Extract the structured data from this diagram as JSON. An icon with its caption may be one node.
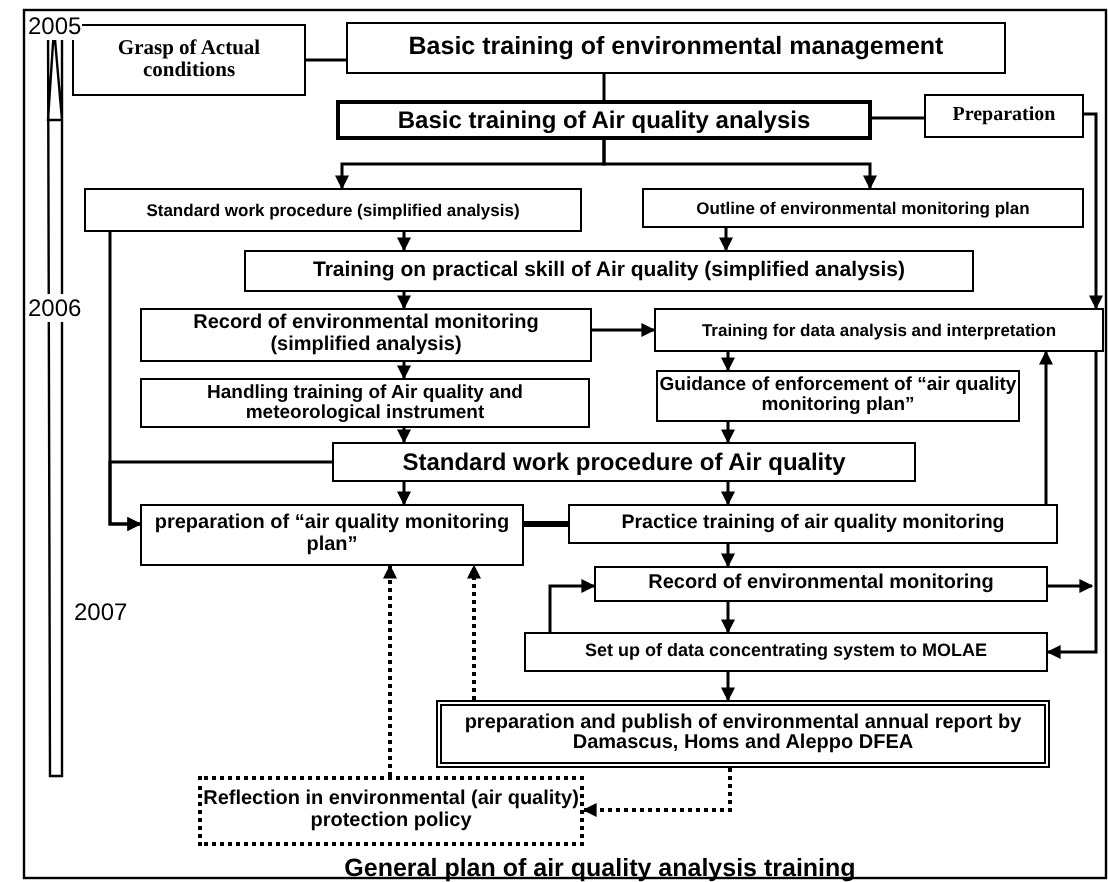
{
  "diagram": {
    "title": "General plan of air quality analysis training",
    "nodes": [
      {
        "text": [
          "Grasp of Actual conditions"
        ]
      },
      {
        "text": [
          "Basic training of environmental management"
        ]
      },
      {
        "text": [
          "Basic training of Air quality analysis"
        ]
      },
      {
        "text": [
          "Preparation"
        ]
      },
      {
        "text": [
          "Standard work procedure (simplified analysis)"
        ]
      },
      {
        "text": [
          "Outline of environmental monitoring plan"
        ]
      },
      {
        "text": [
          "Training on practical skill of Air quality (simplified analysis)"
        ]
      },
      {
        "text": [
          "Record of environmental monitoring (simplified analysis)"
        ]
      },
      {
        "text": [
          "Training for data analysis and interpretation"
        ]
      },
      {
        "text": [
          "Handling training of Air quality and meteorological instrument"
        ]
      },
      {
        "text": [
          "Guidance of enforcement of “air quality monitoring plan”"
        ]
      },
      {
        "text": [
          "Standard work procedure of Air quality"
        ]
      },
      {
        "text": [
          "preparation of “air quality monitoring plan”"
        ]
      },
      {
        "text": [
          "Practice training of air quality monitoring"
        ]
      },
      {
        "text": [
          "Record of environmental monitoring"
        ]
      },
      {
        "text": [
          "Set up of data concentrating system to MOLAE"
        ]
      },
      {
        "text": [
          "preparation and publish of environmental annual report by Damascus, Homs and Aleppo DFEA"
        ]
      },
      {
        "text": [
          "Reflection in environmental (air quality) protection policy"
        ]
      }
    ],
    "edges": [
      {
        "from": 0,
        "to": 1,
        "arrow": "none"
      },
      {
        "from": 1,
        "to": 2,
        "arrow": "none"
      },
      {
        "from": 2,
        "to": 3,
        "arrow": "none"
      },
      {
        "from": 3,
        "to": 8,
        "arrow": "to"
      },
      {
        "from": 2,
        "to": 4,
        "arrow": "to"
      },
      {
        "from": 2,
        "to": 5,
        "arrow": "to"
      },
      {
        "from": 4,
        "to": 6,
        "arrow": "to"
      },
      {
        "from": 5,
        "to": 6,
        "arrow": "to"
      },
      {
        "from": 4,
        "to": 12,
        "arrow": "to"
      },
      {
        "from": 6,
        "to": 7,
        "arrow": "to"
      },
      {
        "from": 7,
        "to": 8,
        "arrow": "to"
      },
      {
        "from": 8,
        "to": 10,
        "arrow": "to"
      },
      {
        "from": 7,
        "to": 9,
        "arrow": "to"
      },
      {
        "from": 9,
        "to": 11,
        "arrow": "to"
      },
      {
        "from": 10,
        "to": 11,
        "arrow": "to"
      },
      {
        "from": 11,
        "to": 12,
        "arrow": "to"
      },
      {
        "from": 11,
        "to": 12,
        "arrow": "to"
      },
      {
        "from": 11,
        "to": 13,
        "arrow": "to"
      },
      {
        "from": 12,
        "to": 13,
        "arrow": "none",
        "style": "thick"
      },
      {
        "from": 13,
        "to": 8,
        "arrow": "to"
      },
      {
        "from": 8,
        "to": 15,
        "arrow": "to"
      },
      {
        "from": 14,
        "to": null,
        "arrow": "to"
      },
      {
        "from": 13,
        "to": 14,
        "arrow": "to"
      },
      {
        "from": 14,
        "to": 15,
        "arrow": "to"
      },
      {
        "from": 15,
        "to": 14,
        "arrow": "to"
      },
      {
        "from": 15,
        "to": 16,
        "arrow": "to"
      },
      {
        "from": 16,
        "to": 17,
        "arrow": "to",
        "style": "dashed"
      },
      {
        "from": 17,
        "to": 12,
        "arrow": "to",
        "style": "dashed"
      },
      {
        "from": 16,
        "to": 12,
        "arrow": "to",
        "style": "dashed"
      }
    ],
    "labels": [
      "2005",
      "2006",
      "2007"
    ]
  }
}
